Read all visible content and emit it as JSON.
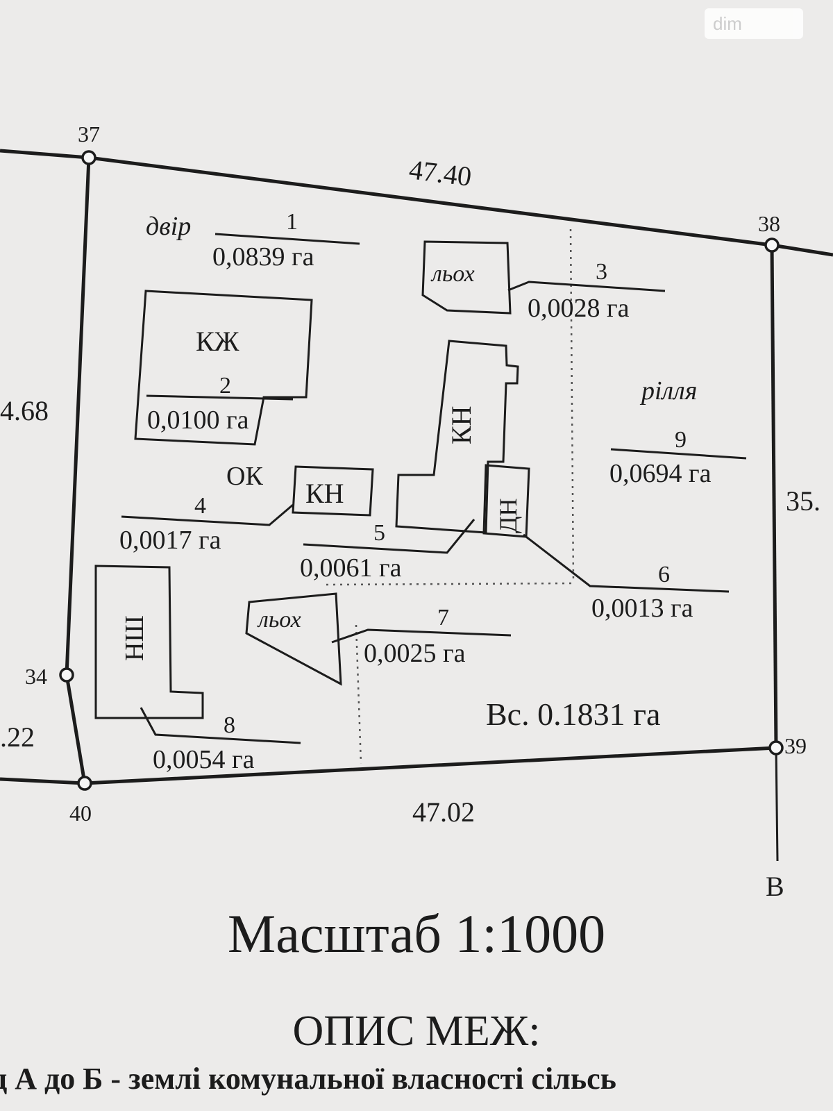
{
  "watermark": {
    "text": "dim"
  },
  "plan": {
    "points": {
      "p37": "37",
      "p38": "38",
      "p39": "39",
      "p40": "40",
      "p34": "34",
      "pB": "B"
    },
    "sides": {
      "top": "47.40",
      "bottom": "47.02",
      "left": "4.68",
      "left_lower": ".22",
      "right": "35."
    },
    "parcels": [
      {
        "label": "двір",
        "num": "1",
        "area": "0,0839 га"
      },
      {
        "label": "",
        "num": "2",
        "area": "0,0100 га"
      },
      {
        "label": "",
        "num": "3",
        "area": "0,0028 га"
      },
      {
        "label": "",
        "num": "4",
        "area": "0,0017 га"
      },
      {
        "label": "",
        "num": "5",
        "area": "0,0061 га"
      },
      {
        "label": "",
        "num": "6",
        "area": "0,0013 га"
      },
      {
        "label": "",
        "num": "7",
        "area": "0,0025 га"
      },
      {
        "label": "",
        "num": "8",
        "area": "0,0054 га"
      },
      {
        "label": "рілля",
        "num": "9",
        "area": "0,0694 га"
      }
    ],
    "buildings": {
      "kzh": "КЖ",
      "kn_small": "КН",
      "kn_large": "КН",
      "dn": "ДН",
      "nsh": "НШ",
      "lokh_top": "льох",
      "lokh_bottom": "льох",
      "ok": "ОК"
    },
    "total": "Вс. 0.1831 га"
  },
  "scale": "Масштаб 1:1000",
  "heading": "ОПИС МЕЖ:",
  "description": "д А до Б - землі комунальної власності сільсь"
}
